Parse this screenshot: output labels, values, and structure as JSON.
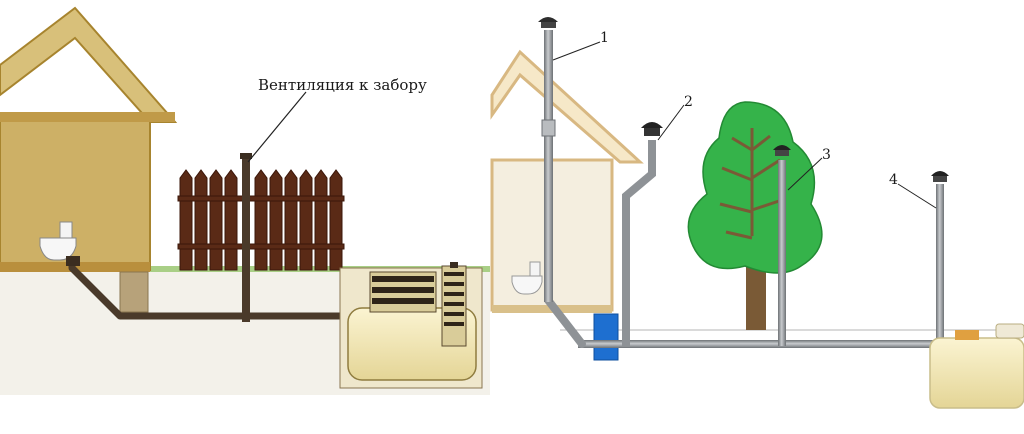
{
  "left_scheme": {
    "vent_label": "Вентиляция к забору"
  },
  "right_scheme": {
    "callouts": [
      "1",
      "2",
      "3",
      "4"
    ]
  },
  "colors": {
    "house_wall": "#c9a85a",
    "roof_outline": "#a7842e",
    "fence": "#5a2a16",
    "pipe_dark": "#4a3a2a",
    "pipe_gray": "#8e9296",
    "tank": "#f1e6b2",
    "tree": "#35b34a",
    "trunk": "#7a5a36",
    "blue_box": "#1e6fd0",
    "grass": "#9fc77a"
  }
}
